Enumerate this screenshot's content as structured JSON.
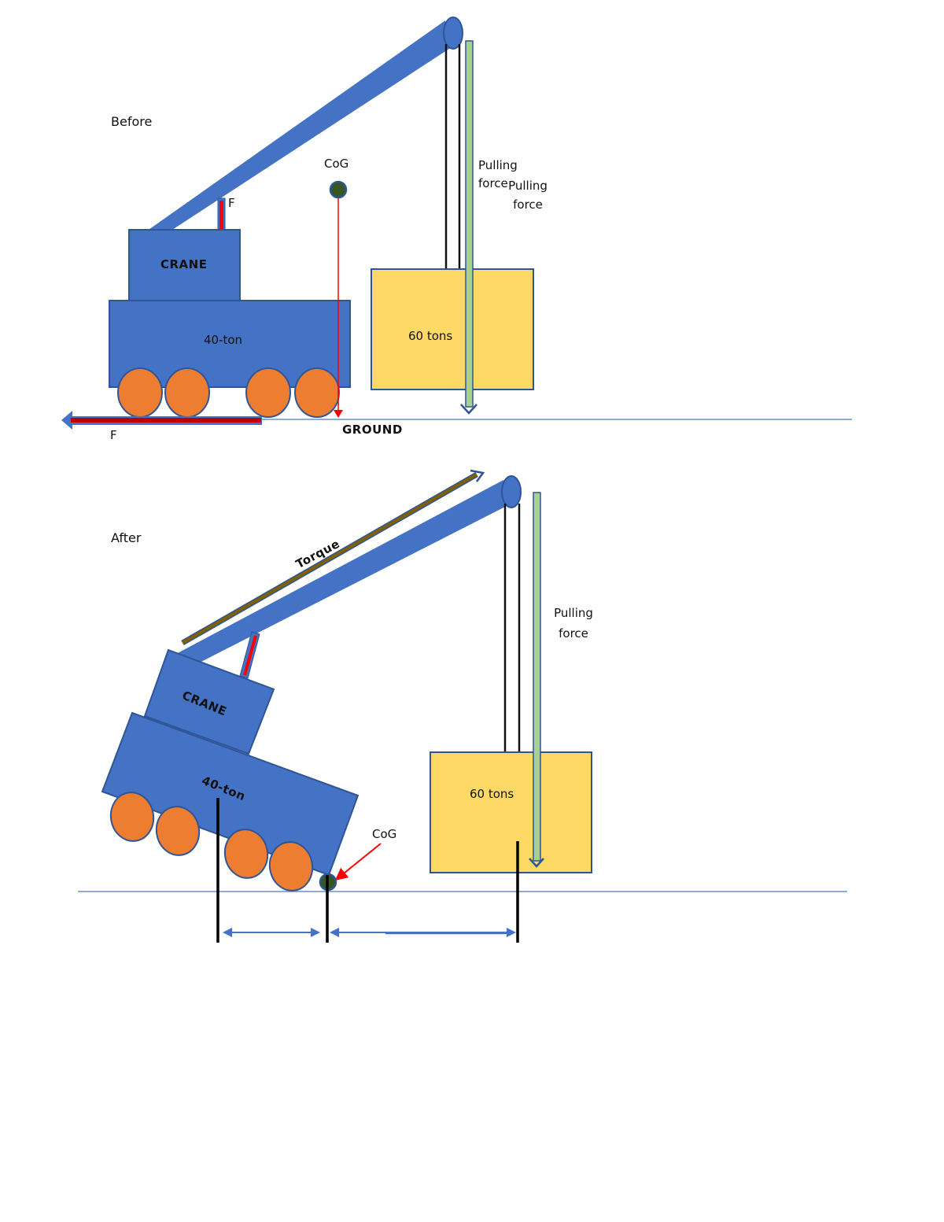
{
  "colors": {
    "crane_blue": "#4472C4",
    "crane_outline": "#2F5597",
    "wheel_orange": "#ED7D31",
    "load_yellow": "#FFD966",
    "force_red": "#FF0000",
    "friction_arrow_red": "#C00000",
    "pull_arrow_green": "#A9D18E",
    "torque_brown": "#7F6000",
    "cog_green": "#375623",
    "ground_line": "#8FAADC",
    "dimension_line": "#4472C4"
  },
  "before": {
    "title": "Before",
    "cab_label": "CRANE",
    "body_label": "40-ton",
    "load_label": "60 tons",
    "cog_label": "CoG",
    "support_force_label": "F",
    "friction_force_label": "F",
    "ground_label": "GROUND",
    "pulling_force_label_1": "Pulling force",
    "pulling_force_label_2": "Pulling force"
  },
  "after": {
    "title": "After",
    "torque_label": "Torque",
    "cab_label": "CRANE",
    "body_label": "40-ton",
    "load_label": "60 tons",
    "cog_label": "CoG",
    "pulling_force_label": "Pulling force"
  }
}
